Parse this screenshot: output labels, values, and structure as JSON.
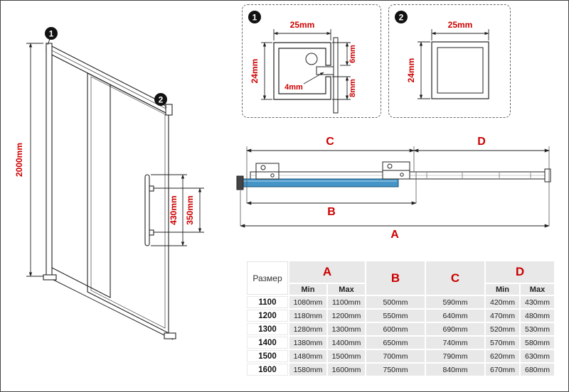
{
  "colors": {
    "dimension_red": "#cc0000",
    "glass_blue": "#4595c8",
    "line_black": "#222222",
    "table_gray": "#e8e8e8"
  },
  "markers": {
    "one": "1",
    "two": "2"
  },
  "front_view": {
    "height": "2000mm",
    "handle_outer": "430mm",
    "handle_inner": "350mm"
  },
  "detail_one": {
    "width": "25mm",
    "height": "24mm",
    "slot": "4mm",
    "top_wall": "6mm",
    "bottom_wall": "8mm"
  },
  "detail_two": {
    "width": "25mm",
    "height": "24mm"
  },
  "top_view": {
    "a": "A",
    "b": "B",
    "c": "C",
    "d": "D"
  },
  "table": {
    "size_label": "Размер",
    "columns": {
      "a": "A",
      "b": "B",
      "c": "C",
      "d": "D"
    },
    "min": "Min",
    "max": "Max",
    "rows": [
      {
        "size": "1100",
        "a_min": "1080mm",
        "a_max": "1100mm",
        "b": "500mm",
        "c": "590mm",
        "d_min": "420mm",
        "d_max": "430mm"
      },
      {
        "size": "1200",
        "a_min": "1180mm",
        "a_max": "1200mm",
        "b": "550mm",
        "c": "640mm",
        "d_min": "470mm",
        "d_max": "480mm"
      },
      {
        "size": "1300",
        "a_min": "1280mm",
        "a_max": "1300mm",
        "b": "600mm",
        "c": "690mm",
        "d_min": "520mm",
        "d_max": "530mm"
      },
      {
        "size": "1400",
        "a_min": "1380mm",
        "a_max": "1400mm",
        "b": "650mm",
        "c": "740mm",
        "d_min": "570mm",
        "d_max": "580mm"
      },
      {
        "size": "1500",
        "a_min": "1480mm",
        "a_max": "1500mm",
        "b": "700mm",
        "c": "790mm",
        "d_min": "620mm",
        "d_max": "630mm"
      },
      {
        "size": "1600",
        "a_min": "1580mm",
        "a_max": "1600mm",
        "b": "750mm",
        "c": "840mm",
        "d_min": "670mm",
        "d_max": "680mm"
      }
    ]
  }
}
